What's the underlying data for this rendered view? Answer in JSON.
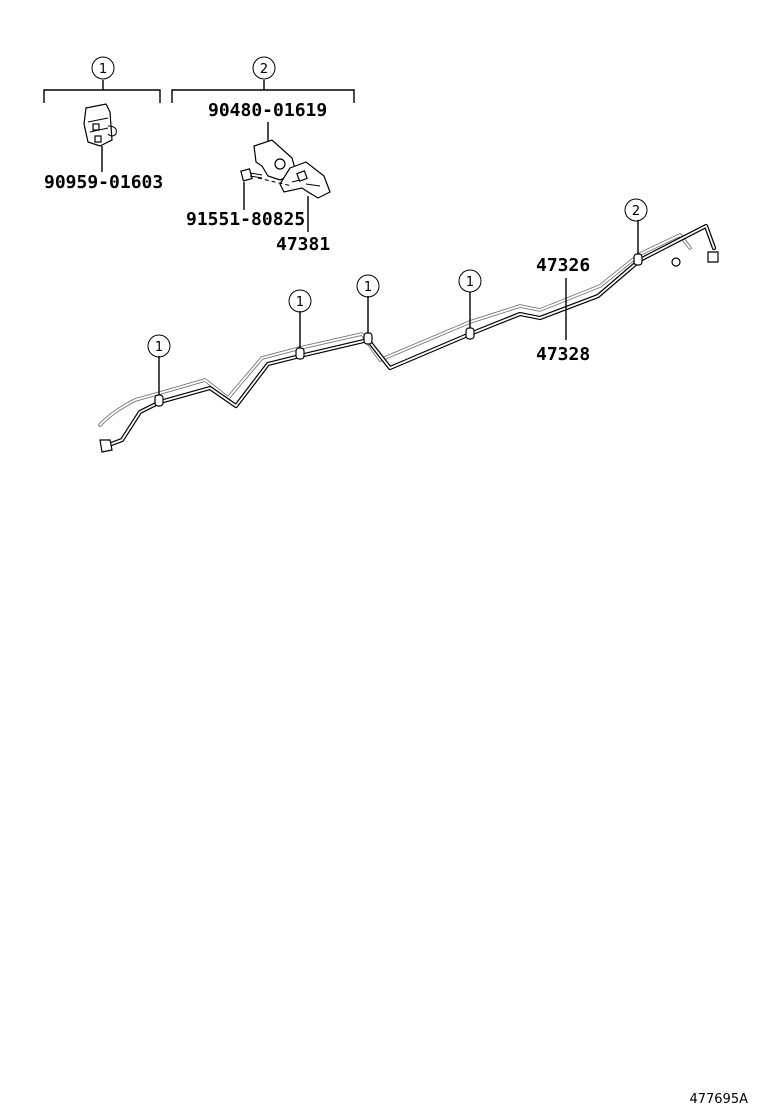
{
  "callouts": {
    "group_1": "1",
    "group_2": "2",
    "pipe_clamps": [
      "1",
      "1",
      "1",
      "1"
    ],
    "pipe_bracket": "2"
  },
  "parts": {
    "clamp": "90959-01603",
    "bracket_clamp": "90480-01619",
    "bolt": "91551-80825",
    "bracket": "47381",
    "pipe_upper": "47326",
    "pipe_lower": "47328"
  },
  "reference_code": "477695A"
}
